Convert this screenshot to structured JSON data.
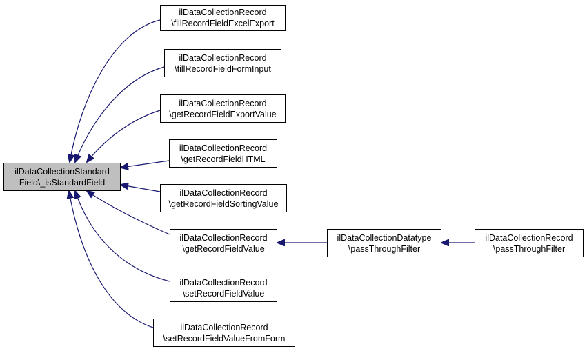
{
  "diagram": {
    "colors": {
      "edge": "#191970",
      "focus_fill": "#bfbfbf",
      "node_fill": "#ffffff",
      "border": "#000000"
    },
    "nodes": {
      "root": {
        "line1": "ilDataCollectionStandard",
        "line2": "Field\\_isStandardField"
      },
      "n1": {
        "line1": "ilDataCollectionRecord",
        "line2": "\\fillRecordFieldExcelExport"
      },
      "n2": {
        "line1": "ilDataCollectionRecord",
        "line2": "\\fillRecordFieldFormInput"
      },
      "n3": {
        "line1": "ilDataCollectionRecord",
        "line2": "\\getRecordFieldExportValue"
      },
      "n4": {
        "line1": "ilDataCollectionRecord",
        "line2": "\\getRecordFieldHTML"
      },
      "n5": {
        "line1": "ilDataCollectionRecord",
        "line2": "\\getRecordFieldSortingValue"
      },
      "n6": {
        "line1": "ilDataCollectionRecord",
        "line2": "\\getRecordFieldValue"
      },
      "n7": {
        "line1": "ilDataCollectionRecord",
        "line2": "\\setRecordFieldValue"
      },
      "n8": {
        "line1": "ilDataCollectionRecord",
        "line2": "\\setRecordFieldValueFromForm"
      },
      "n9": {
        "line1": "ilDataCollectionDatatype",
        "line2": "\\passThroughFilter"
      },
      "n10": {
        "line1": "ilDataCollectionRecord",
        "line2": "\\passThroughFilter"
      }
    },
    "edges": [
      {
        "from": "n1",
        "to": "root"
      },
      {
        "from": "n2",
        "to": "root"
      },
      {
        "from": "n3",
        "to": "root"
      },
      {
        "from": "n4",
        "to": "root"
      },
      {
        "from": "n5",
        "to": "root"
      },
      {
        "from": "n6",
        "to": "root"
      },
      {
        "from": "n7",
        "to": "root"
      },
      {
        "from": "n8",
        "to": "root"
      },
      {
        "from": "n9",
        "to": "n6"
      },
      {
        "from": "n10",
        "to": "n9"
      }
    ]
  }
}
